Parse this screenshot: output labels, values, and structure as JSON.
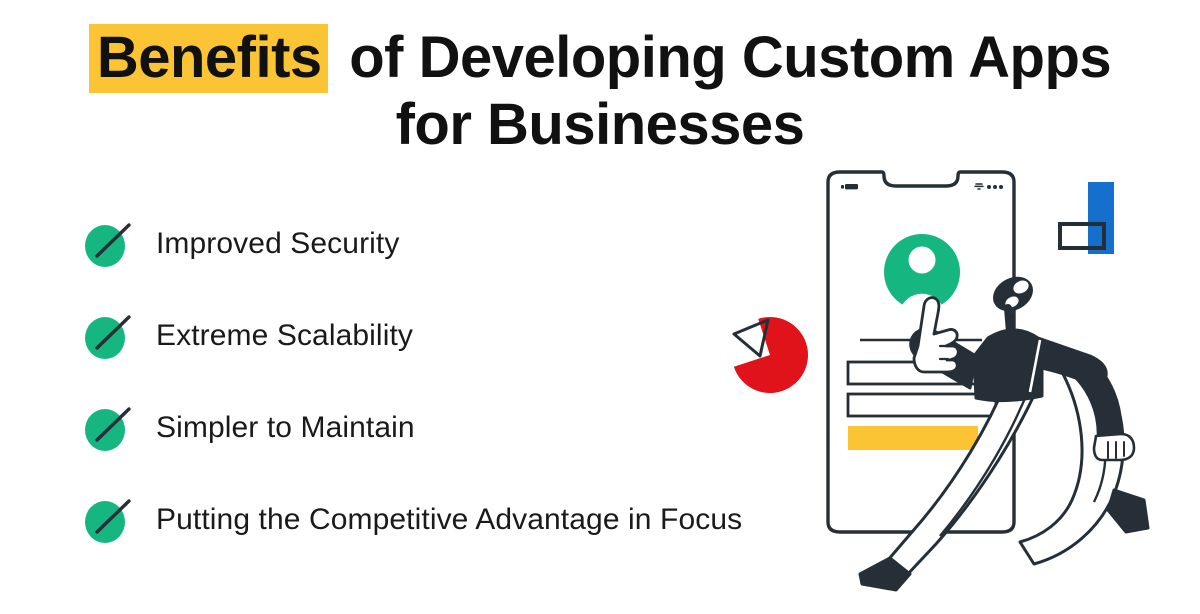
{
  "heading": {
    "highlight_word": "Benefits",
    "line1_rest": " of Developing Custom Apps",
    "line2": "for Businesses",
    "highlight_color": "#fbc434"
  },
  "benefits": {
    "items": [
      {
        "label": "Improved Security",
        "icon": "check-tick-icon"
      },
      {
        "label": "Extreme Scalability",
        "icon": "check-tick-icon"
      },
      {
        "label": "Simpler to Maintain",
        "icon": "check-tick-icon"
      },
      {
        "label": "Putting the Competitive Advantage in Focus",
        "icon": "check-tick-icon"
      }
    ],
    "bullet_color": "#16b680",
    "tick_color": "#262f38"
  },
  "illustration": {
    "name": "person-using-mobile-app-illustration",
    "phone": {
      "name": "smartphone-mockup",
      "outline_color": "#262f38",
      "screen_color": "#ffffff",
      "status_left_icon": "battery-icon",
      "status_right_icons": "wifi-signal-icon",
      "avatar_icon": "user-avatar-icon",
      "avatar_color": "#16b680",
      "field_1": "text-input-field",
      "field_2": "text-input-field",
      "submit_button": "submit-button",
      "submit_button_color": "#fbc434"
    },
    "shapes": {
      "red_pie": {
        "name": "red-pie-shape",
        "color": "#e0131b"
      },
      "triangle": {
        "name": "triangle-outline-shape",
        "color": "#262f38"
      },
      "blue_bar": {
        "name": "blue-rectangle-shape",
        "color": "#1470cc"
      },
      "outline_rect": {
        "name": "outlined-rectangle-shape",
        "color": "#262f38"
      }
    },
    "person": {
      "name": "person-figure",
      "jacket_color": "#262f38",
      "trousers_color": "#ffffff",
      "shoe_color": "#262f38",
      "pointing_hand": "pointing-hand-icon"
    }
  }
}
